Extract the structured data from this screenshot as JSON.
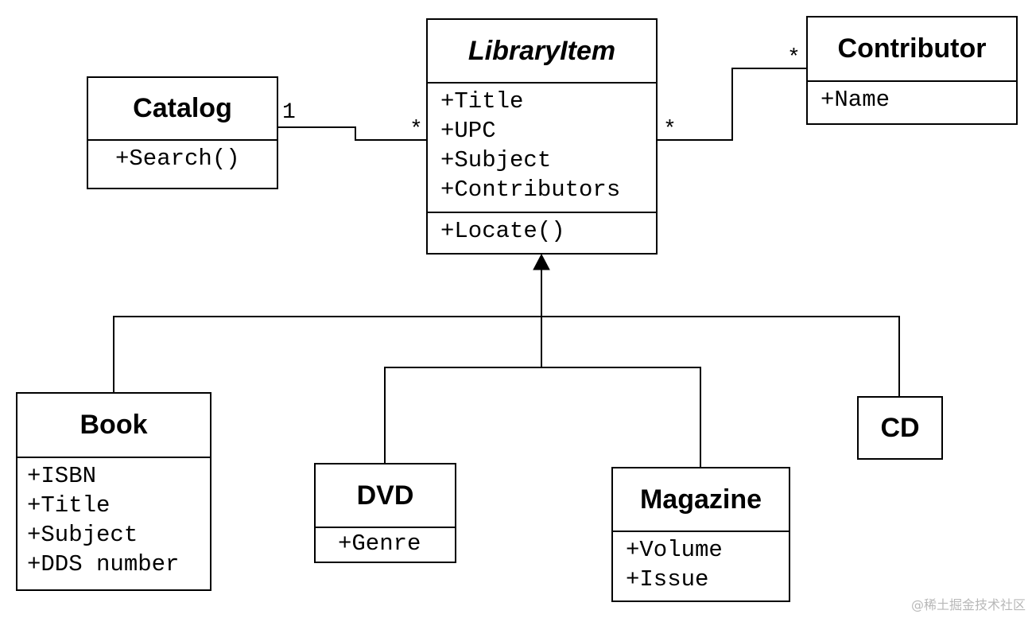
{
  "classes": {
    "catalog": {
      "name": "Catalog",
      "operations": [
        "+Search()"
      ]
    },
    "libraryitem": {
      "name": "LibraryItem",
      "attributes": [
        "+Title",
        "+UPC",
        "+Subject",
        "+Contributors"
      ],
      "operations": [
        "+Locate()"
      ]
    },
    "contributor": {
      "name": "Contributor",
      "attributes": [
        "+Name"
      ]
    },
    "book": {
      "name": "Book",
      "attributes": [
        "+ISBN",
        "+Title",
        "+Subject",
        "+DDS number"
      ]
    },
    "dvd": {
      "name": "DVD",
      "attributes": [
        "+Genre"
      ]
    },
    "magazine": {
      "name": "Magazine",
      "attributes": [
        "+Volume",
        "+Issue"
      ]
    },
    "cd": {
      "name": "CD"
    }
  },
  "associations": {
    "catalog_libraryitem": {
      "catalog_end": "1",
      "libraryitem_end": "*"
    },
    "libraryitem_contributor": {
      "libraryitem_end": "*",
      "contributor_end": "*"
    }
  },
  "watermark": "@稀土掘金技术社区"
}
